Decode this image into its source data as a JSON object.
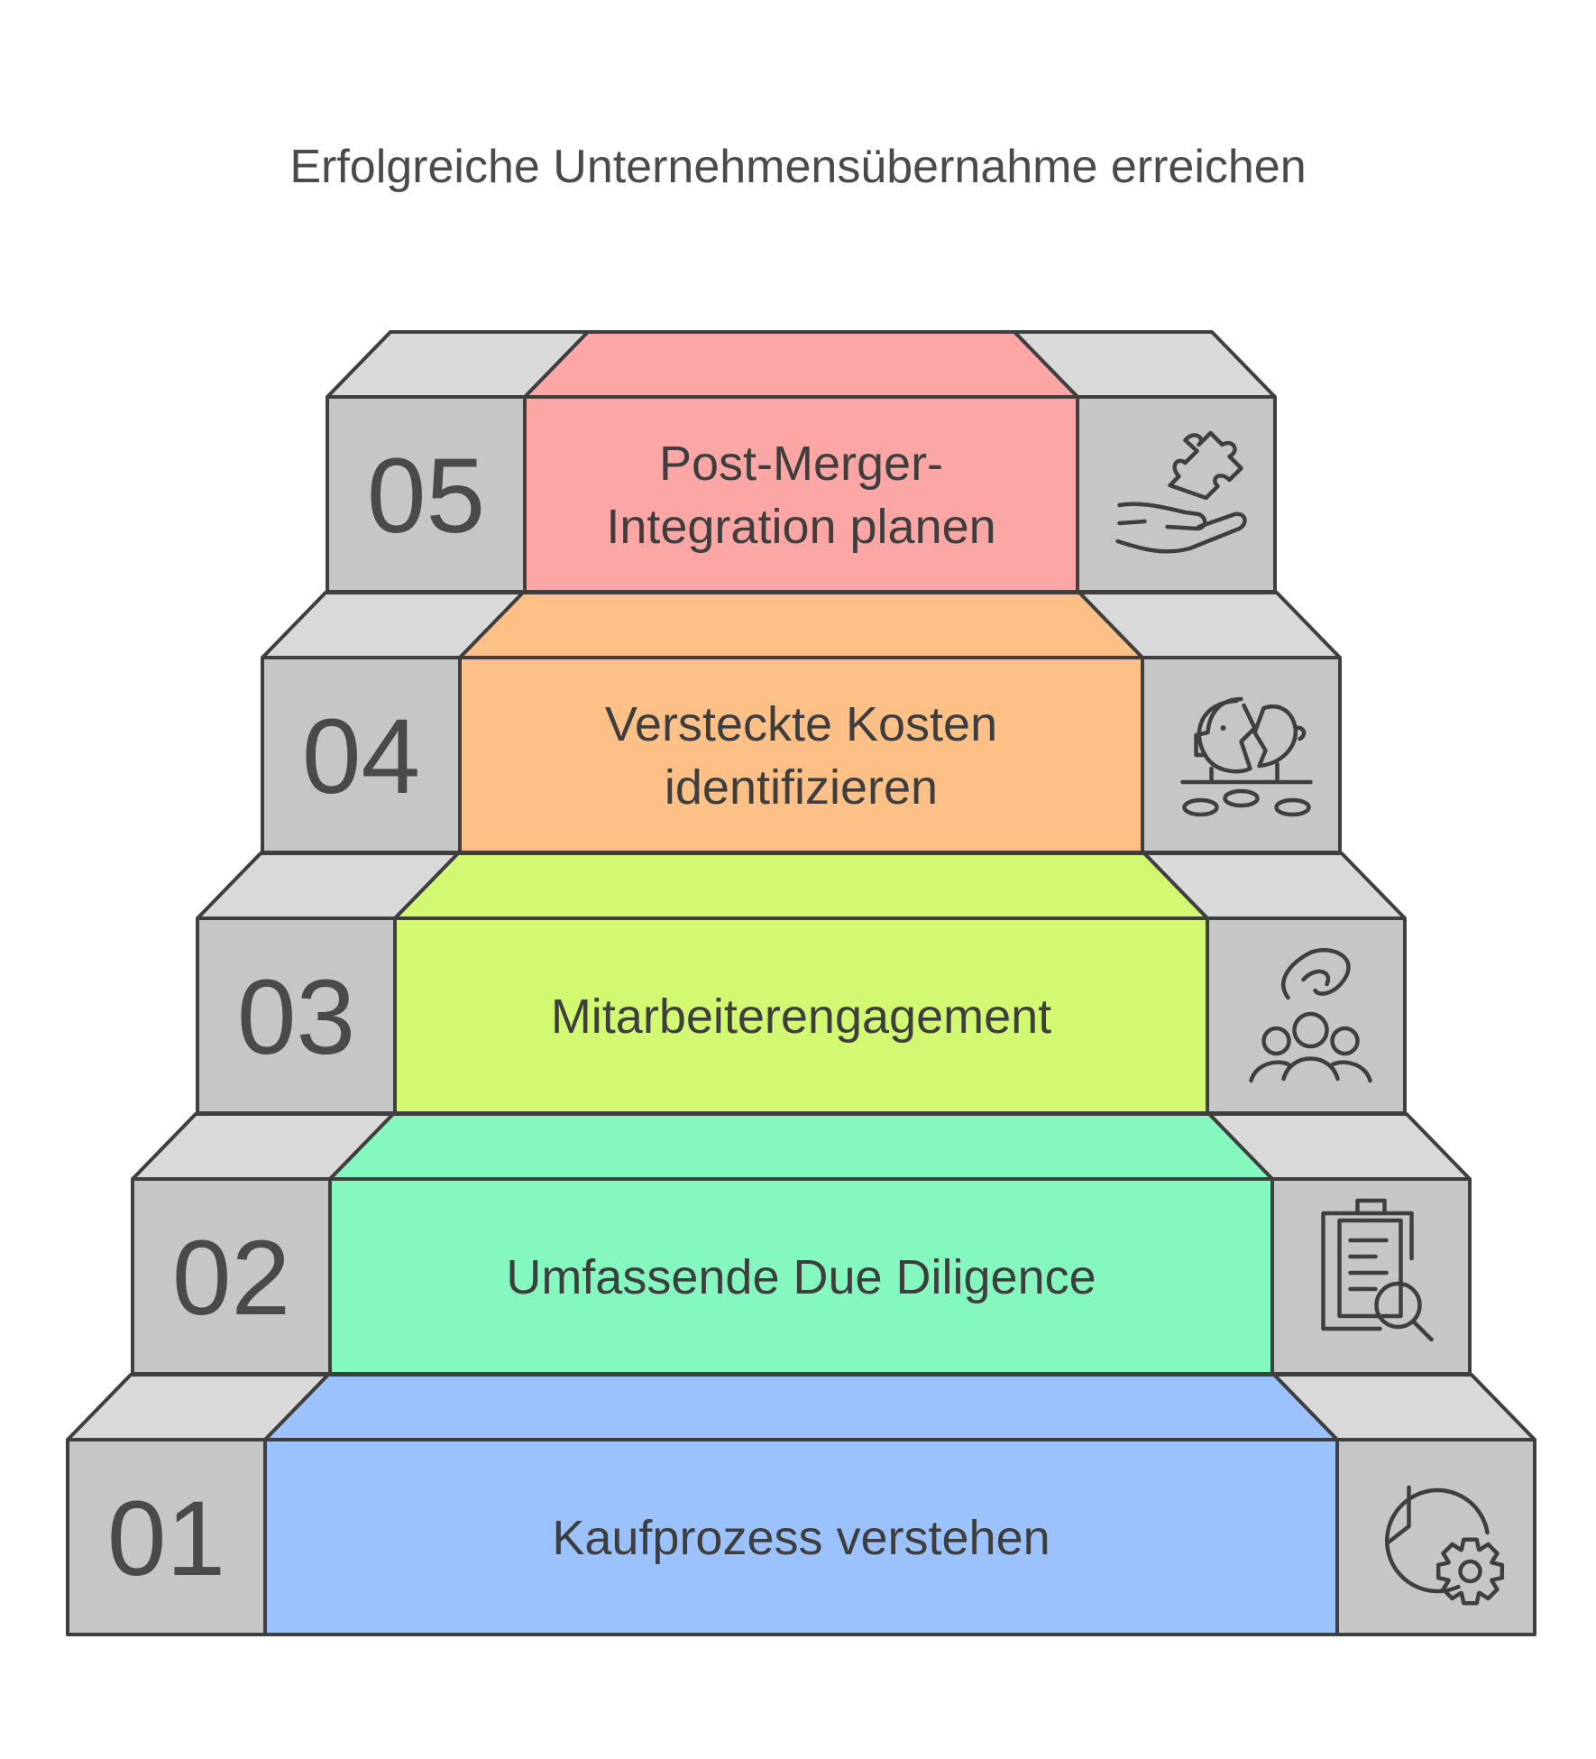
{
  "title": "Erfolgreiche Unternehmensübernahme erreichen",
  "colors": {
    "side_face": "#c6c6c6",
    "side_top": "#d9d9d9",
    "outline": "#3f3f3f"
  },
  "steps": [
    {
      "number": "01",
      "label_lines": [
        "Kaufprozess verstehen"
      ],
      "color": "#9cc2fd",
      "top_color": "#9cc2fd",
      "icon": "clock-gear-icon"
    },
    {
      "number": "02",
      "label_lines": [
        "Umfassende Due Diligence"
      ],
      "color": "#85f8c0",
      "top_color": "#85f8c0",
      "icon": "clipboard-search-icon"
    },
    {
      "number": "03",
      "label_lines": [
        "Mitarbeiterengagement"
      ],
      "color": "#d3f972",
      "top_color": "#d3f972",
      "icon": "hand-team-icon"
    },
    {
      "number": "04",
      "label_lines": [
        "Versteckte Kosten",
        "identifizieren"
      ],
      "color": "#fdc087",
      "top_color": "#fdc087",
      "icon": "broken-piggy-bank-icon"
    },
    {
      "number": "05",
      "label_lines": [
        "Post-Merger-",
        "Integration planen"
      ],
      "color": "#fca7a5",
      "top_color": "#fca7a5",
      "icon": "hand-puzzle-icon"
    }
  ]
}
